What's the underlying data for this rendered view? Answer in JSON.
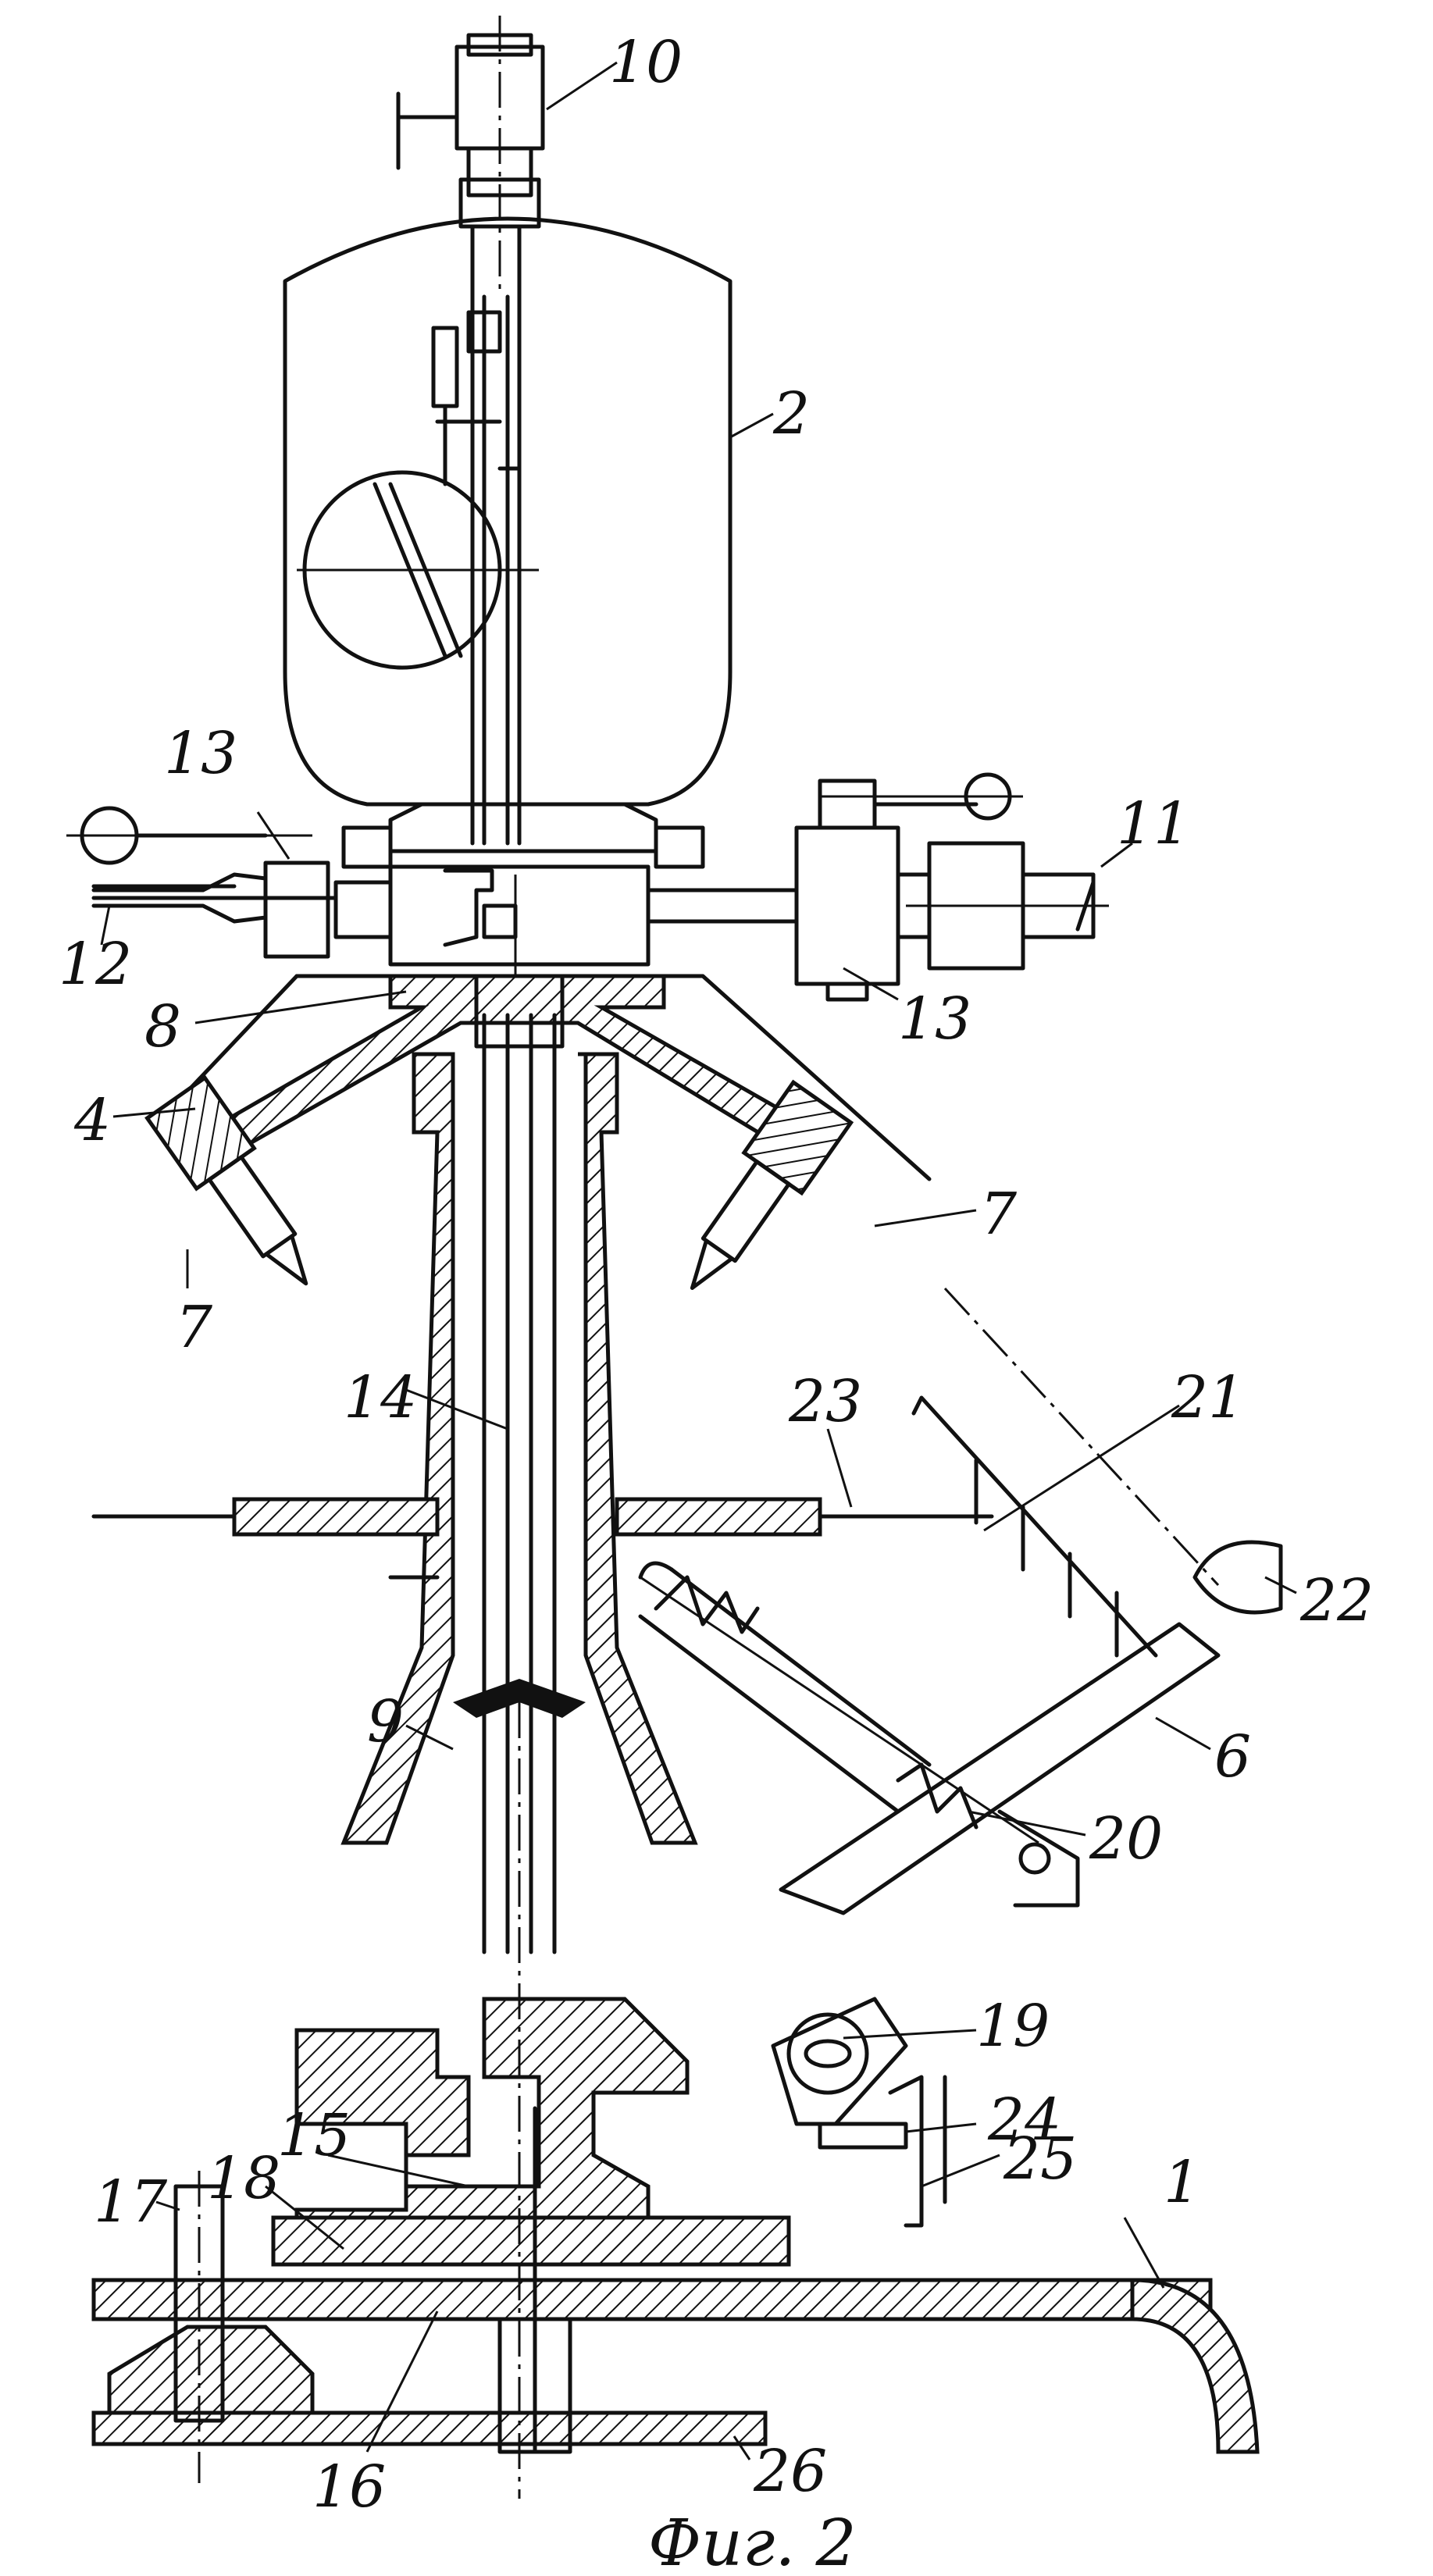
{
  "figure": {
    "caption": "Фиг. 2",
    "labels": {
      "l10": "10",
      "l2": "2",
      "l13a": "13",
      "l11": "11",
      "l12": "12",
      "l13b": "13",
      "l8": "8",
      "l4": "4",
      "l7a": "7",
      "l7b": "7",
      "l14": "14",
      "l23": "23",
      "l21": "21",
      "l22": "22",
      "l9": "9",
      "l6": "6",
      "l20": "20",
      "l19": "19",
      "l15": "15",
      "l24": "24",
      "l18": "18",
      "l1": "1",
      "l25": "25",
      "l17": "17",
      "l16": "16",
      "l26": "26"
    }
  }
}
